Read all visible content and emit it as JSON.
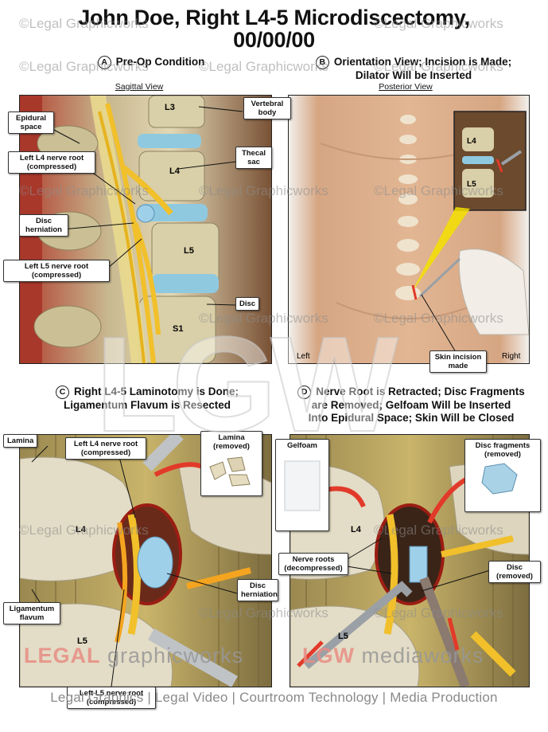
{
  "header": {
    "title_line1": "John Doe, Right L4-5 Microdiscectomy,",
    "title_line2": "00/00/00"
  },
  "panels": {
    "a": {
      "letter": "A",
      "title": "Pre-Op Condition",
      "view": "Sagittal View",
      "labels": {
        "epidural": "Epidural space",
        "l4_nerve": "Left L4 nerve root (compressed)",
        "herniation": "Disc herniation",
        "l5_nerve": "Left L5 nerve root (compressed)",
        "vertebral": "Vertebral body",
        "thecal": "Thecal sac",
        "disc": "Disc",
        "l3": "L3",
        "l4": "L4",
        "l5": "L5",
        "s1": "S1"
      }
    },
    "b": {
      "letter": "B",
      "title_line1": "Orientation View; Incision is Made;",
      "title_line2": "Dilator Will be Inserted",
      "view": "Posterior View",
      "labels": {
        "skin_incision": "Skin incision made",
        "left": "Left",
        "right": "Right",
        "l4": "L4",
        "l5": "L5"
      }
    },
    "c": {
      "letter": "C",
      "title_line1": "Right L4-5 Laminotomy is Done;",
      "title_line2": "Ligamentum Flavum is Resected",
      "labels": {
        "lamina": "Lamina",
        "l4_nerve": "Left L4 nerve root (compressed)",
        "lamina_removed_1": "Lamina",
        "lamina_removed_2": "(removed)",
        "herniation": "Disc herniation",
        "ligamentum": "Ligamentum flavum",
        "l5_nerve": "Left L5 nerve root (compressed)",
        "l4": "L4",
        "l5": "L5"
      }
    },
    "d": {
      "letter": "D",
      "title_line1": "Nerve Root is Retracted; Disc Fragments",
      "title_line2": "are Removed; Gelfoam Will be Inserted",
      "title_line3": "Into Epidural Space; Skin Will be Closed",
      "labels": {
        "gelfoam": "Gelfoam",
        "fragments": "Disc fragments (removed)",
        "nerve_roots": "Nerve roots (decompressed)",
        "disc_removed": "Disc (removed)",
        "l4": "L4",
        "l5": "L5"
      }
    }
  },
  "watermark": {
    "text": "©Legal Graphicworks",
    "brand_legal": "LEGAL",
    "brand_graphicworks": "graphicworks",
    "brand_lgw": "LGW",
    "brand_mediaworks": "mediaworks",
    "big": "LGW"
  },
  "footer": {
    "text": "Legal Graphics | Legal Video | Courtroom Technology | Media Production"
  },
  "colors": {
    "bone": "#d9cfa8",
    "disc": "#8fc9e0",
    "nerve": "#f1c02a",
    "muscle": "#b04030",
    "accent_red": "#e23a2a",
    "skin": "#d8a882"
  }
}
